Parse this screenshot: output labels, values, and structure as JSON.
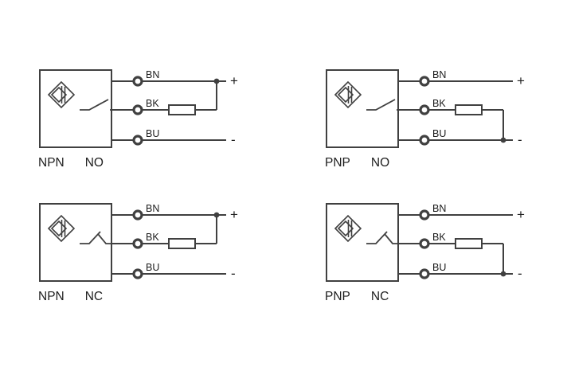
{
  "colors": {
    "background": "#ffffff",
    "wire": "#404040",
    "text": "#1d1d1d",
    "terminal_fill": "#ffffff"
  },
  "diagrams": [
    {
      "output_type": "NPN",
      "contact_type": "NO",
      "wire_labels": [
        "BN",
        "BK",
        "BU"
      ],
      "plus_label": "+",
      "minus_label": "-",
      "load": "resistor",
      "load_connected_to": "+"
    },
    {
      "output_type": "PNP",
      "contact_type": "NO",
      "wire_labels": [
        "BN",
        "BK",
        "BU"
      ],
      "plus_label": "+",
      "minus_label": "-",
      "load": "resistor",
      "load_connected_to": "-"
    },
    {
      "output_type": "NPN",
      "contact_type": "NC",
      "wire_labels": [
        "BN",
        "BK",
        "BU"
      ],
      "plus_label": "+",
      "minus_label": "-",
      "load": "resistor",
      "load_connected_to": "+"
    },
    {
      "output_type": "PNP",
      "contact_type": "NC",
      "wire_labels": [
        "BN",
        "BK",
        "BU"
      ],
      "plus_label": "+",
      "minus_label": "-",
      "load": "resistor",
      "load_connected_to": "-"
    }
  ]
}
